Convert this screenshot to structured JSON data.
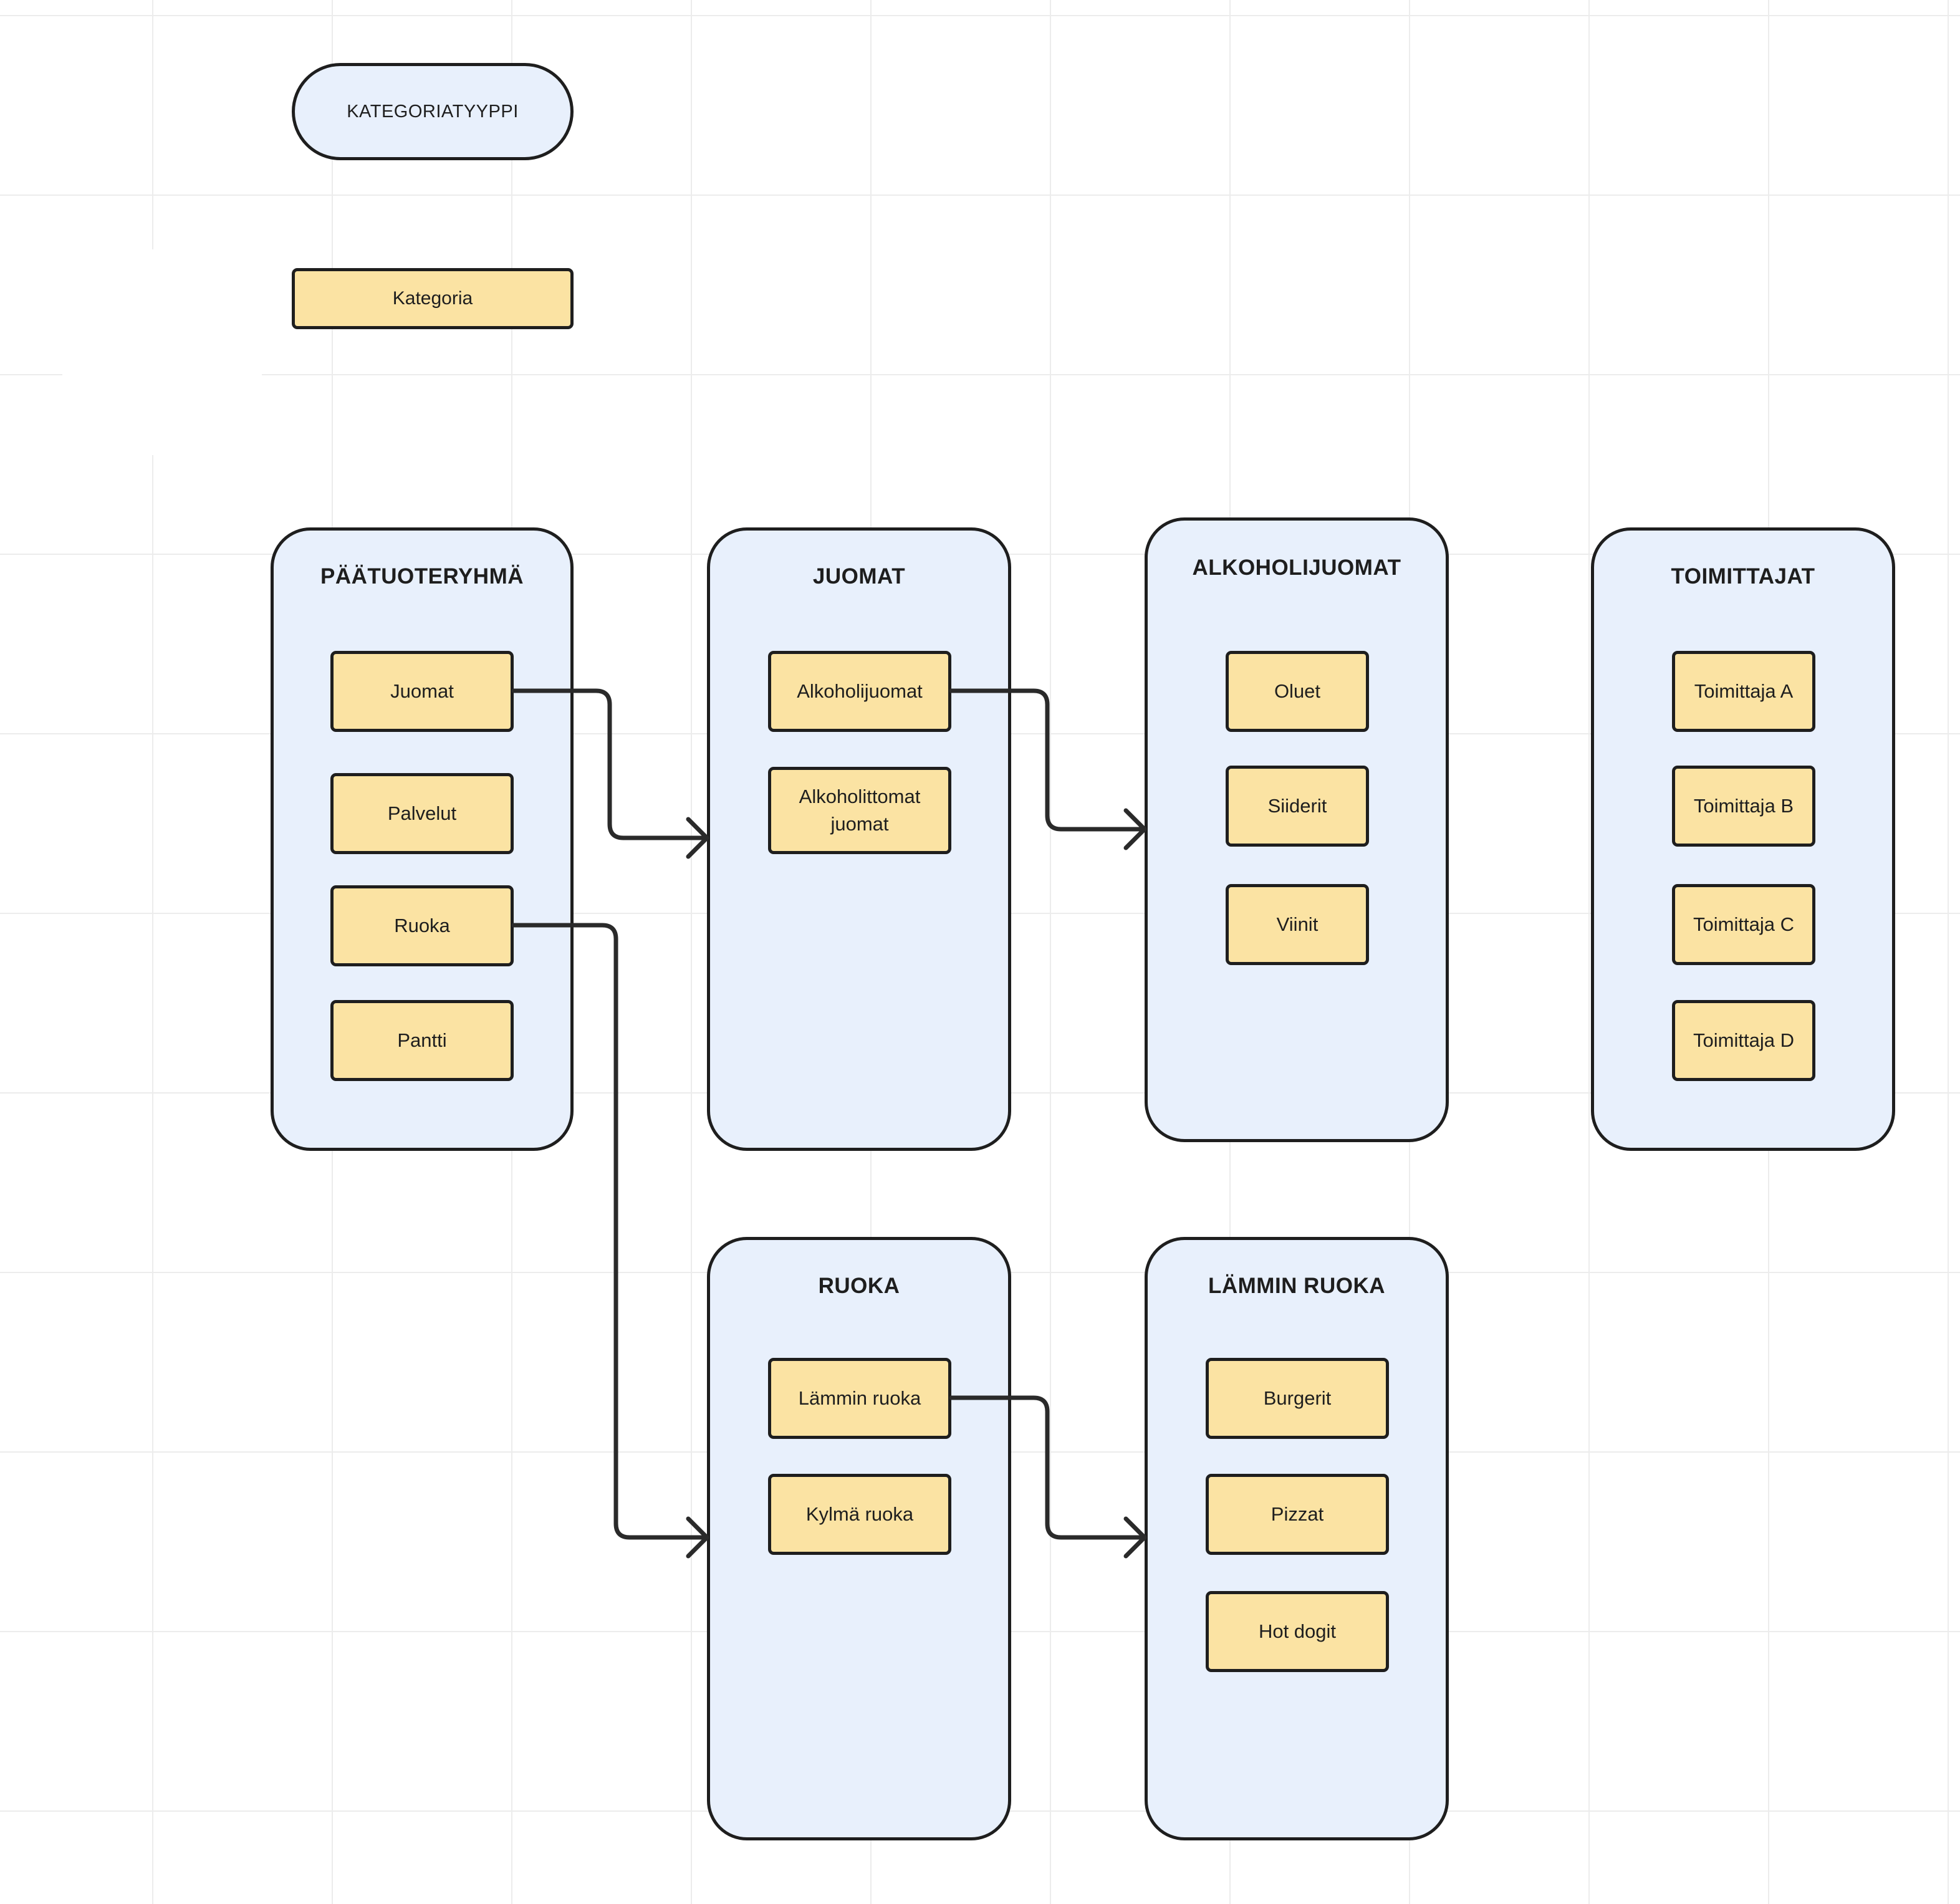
{
  "legend": {
    "type_label": "KATEGORIATYYPPI",
    "category_label": "Kategoria"
  },
  "groups": {
    "paatuoteryhma": {
      "title": "PÄÄTUOTERYHMÄ",
      "items": [
        "Juomat",
        "Palvelut",
        "Ruoka",
        "Pantti"
      ]
    },
    "juomat": {
      "title": "JUOMAT",
      "items": [
        "Alkoholijuomat",
        "Alkoholittomat juomat"
      ]
    },
    "alkoholijuomat": {
      "title": "ALKOHOLIJUOMAT",
      "items": [
        "Oluet",
        "Siiderit",
        "Viinit"
      ]
    },
    "toimittajat": {
      "title": "TOIMITTAJAT",
      "items": [
        "Toimittaja A",
        "Toimittaja B",
        "Toimittaja C",
        "Toimittaja D"
      ]
    },
    "ruoka": {
      "title": "RUOKA",
      "items": [
        "Lämmin ruoka",
        "Kylmä ruoka"
      ]
    },
    "lammin_ruoka": {
      "title": "LÄMMIN RUOKA",
      "items": [
        "Burgerit",
        "Pizzat",
        "Hot dogit"
      ]
    }
  },
  "colors": {
    "group_fill": "#e8f0fc",
    "category_fill": "#fbe3a3",
    "stroke": "#1e1e1e"
  }
}
